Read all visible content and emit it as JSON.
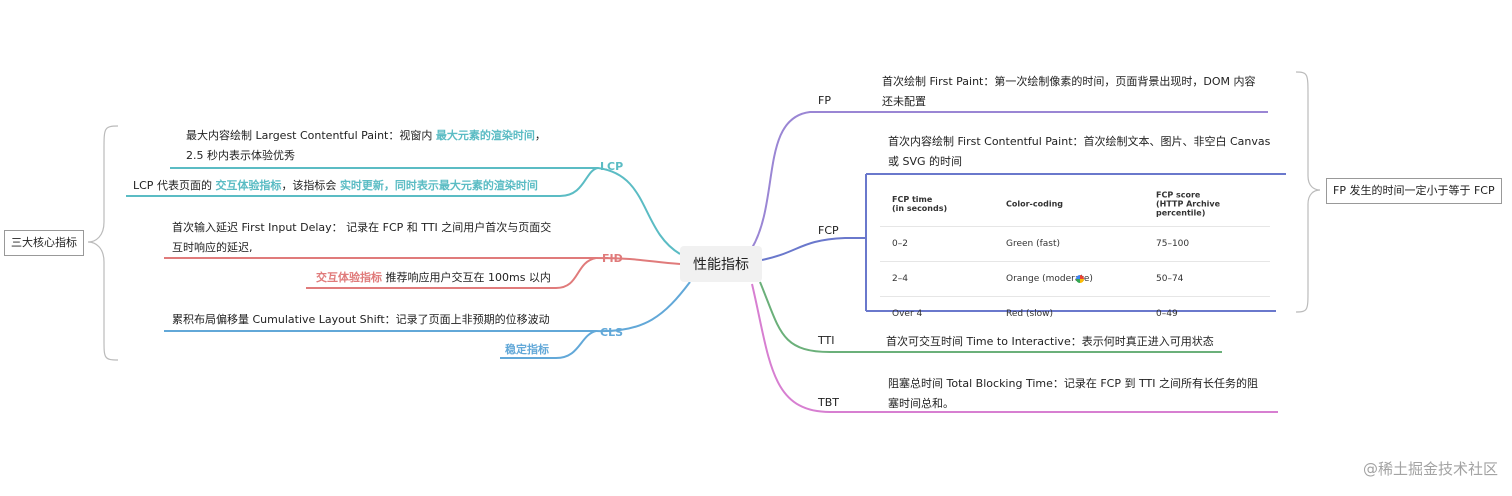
{
  "center": {
    "title": "性能指标"
  },
  "left_group": {
    "title": "三大核心指标",
    "lcp": {
      "label": "LCP",
      "color": "#5bbcc4",
      "line1_a": "最大内容绘制 Largest Contentful Paint：视窗内 ",
      "line1_hl": "最大元素的渲染时间",
      "line1_b": "，",
      "line2": "2.5 秒内表示体验优秀",
      "row2_a": "LCP 代表页面的 ",
      "row2_hl1": "交互体验指标",
      "row2_b": "，该指标会 ",
      "row2_hl2": "实时更新，同时表示最大元素的渲染时间"
    },
    "fid": {
      "label": "FID",
      "color": "#e07b7b",
      "desc1": "首次输入延迟 First Input Delay： 记录在 FCP 和 TTI 之间用户首次与页面交",
      "desc2": "互时响应的延迟,",
      "row2_hl": "交互体验指标",
      "row2_b": " 推荐响应用户交互在 100ms 以内"
    },
    "cls": {
      "label": "CLS",
      "color": "#62a8d8",
      "desc": "累积布局偏移量 Cumulative Layout Shift：记录了页面上非预期的位移波动",
      "row2_hl": "稳定指标"
    }
  },
  "right_group": {
    "note": "FP 发生的时间一定小于等于 FCP",
    "fp": {
      "label": "FP",
      "color": "#9a86d4",
      "desc1": "首次绘制 First Paint：第一次绘制像素的时间，页面背景出现时，DOM 内容",
      "desc2": "还未配置"
    },
    "fcp": {
      "label": "FCP",
      "color": "#6a78cc",
      "desc1": "首次内容绘制 First Contentful Paint：首次绘制文本、图片、非空白 Canvas",
      "desc2": "或 SVG 的时间",
      "table": {
        "headers": [
          [
            "FCP time",
            "(in seconds)"
          ],
          [
            "Color-coding",
            ""
          ],
          [
            "FCP score",
            "(HTTP Archive percentile)"
          ]
        ],
        "rows": [
          [
            "0–2",
            "Green (fast)",
            "75–100"
          ],
          [
            "2–4",
            "Orange (moderate)",
            "50–74"
          ],
          [
            "Over 4",
            "Red (slow)",
            "0–49"
          ]
        ]
      }
    },
    "tti": {
      "label": "TTI",
      "color": "#6bb07a",
      "desc": "首次可交互时间 Time to Interactive：表示何时真正进入可用状态"
    },
    "tbt": {
      "label": "TBT",
      "color": "#d77fd1",
      "desc1": "阻塞总时间 Total Blocking Time：记录在 FCP 到 TTI 之间所有长任务的阻",
      "desc2": "塞时间总和。"
    }
  },
  "watermark": "@稀土掘金技术社区"
}
